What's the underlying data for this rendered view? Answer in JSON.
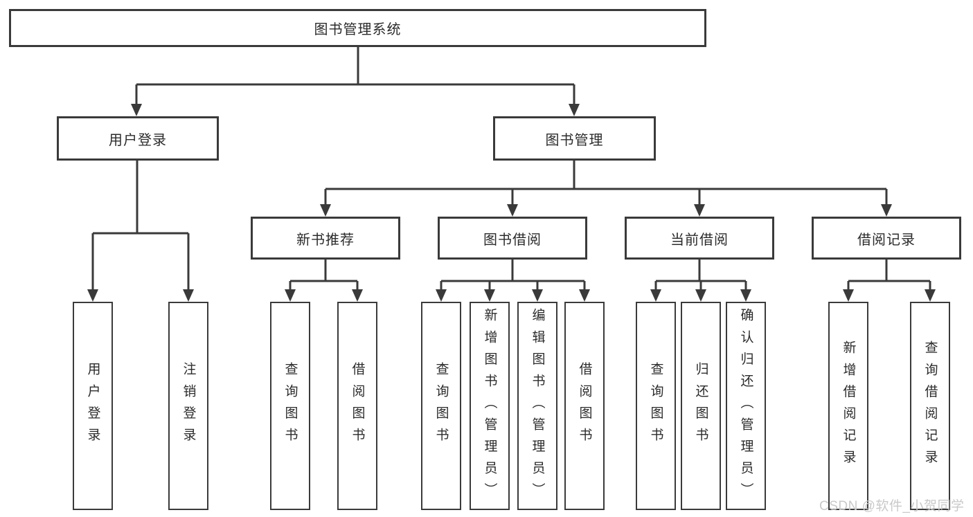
{
  "tree": {
    "root": {
      "label": "图书管理系统"
    },
    "level2": {
      "user_login": {
        "label": "用户登录"
      },
      "book_management": {
        "label": "图书管理"
      }
    },
    "level3": {
      "new_book_recommend": {
        "label": "新书推荐"
      },
      "book_borrowing": {
        "label": "图书借阅"
      },
      "current_borrowing": {
        "label": "当前借阅"
      },
      "borrowing_records": {
        "label": "借阅记录"
      }
    },
    "level4": {
      "under_user_login": [
        "用户登录",
        "注销登录"
      ],
      "under_new_book_recommend": [
        "查询图书",
        "借阅图书"
      ],
      "under_book_borrowing": [
        "查询图书",
        "新增图书（管理员）",
        "编辑图书（管理员）",
        "借阅图书"
      ],
      "under_current_borrowing": [
        "查询图书",
        "归还图书",
        "确认归还（管理员）"
      ],
      "under_borrowing_records": [
        "新增借阅记录",
        "查询借阅记录"
      ]
    }
  },
  "watermark": {
    "text": "CSDN @软件_小贺同学"
  },
  "colors": {
    "line": "#3a3a3a",
    "box_border": "#3a3a3a",
    "box_fill": "#ffffff",
    "text": "#2b2b2b",
    "watermark": "#c9c9c9"
  }
}
